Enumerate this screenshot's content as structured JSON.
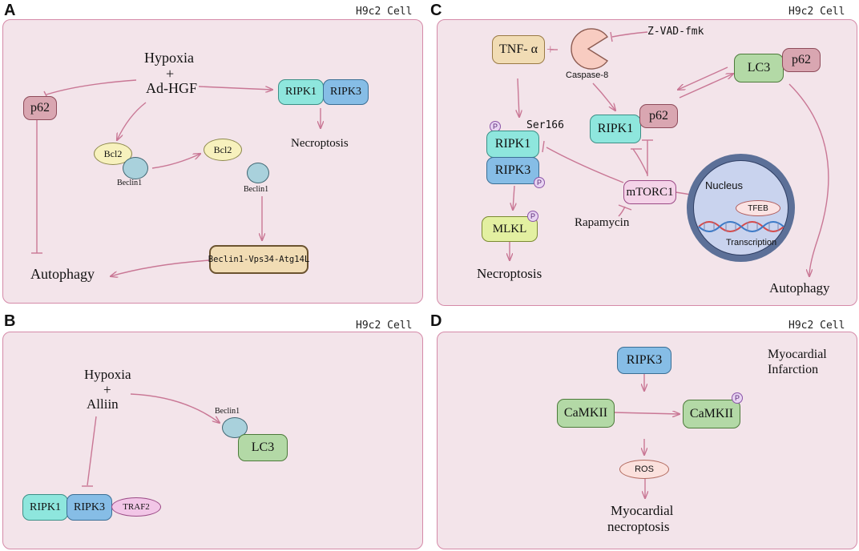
{
  "panels": {
    "A": {
      "letter": "A",
      "cell": "H9c2 Cell",
      "hypoxia": "Hypoxia",
      "plus": "+",
      "treatment": "Ad-HGF",
      "p62": "p62",
      "ripk1": "RIPK1",
      "ripk3": "RIPK3",
      "necroptosis": "Necroptosis",
      "bcl2_a": "Bcl2",
      "bcl2_b": "Bcl2",
      "beclin1_a": "Beclin1",
      "beclin1_b": "Beclin1",
      "complex": "Beclin1-Vps34-Atg14L",
      "autophagy": "Autophagy"
    },
    "B": {
      "letter": "B",
      "cell": "H9c2 Cell",
      "hypoxia": "Hypoxia",
      "plus": "+",
      "treatment": "Alliin",
      "beclin1": "Beclin1",
      "lc3": "LC3",
      "ripk1": "RIPK1",
      "ripk3": "RIPK3",
      "traf2": "TRAF2"
    },
    "C": {
      "letter": "C",
      "cell": "H9c2 Cell",
      "tnf": "TNF- α",
      "plus": "+",
      "caspase8": "Caspase-8",
      "zvad": "Z-VAD-fmk",
      "lc3": "LC3",
      "p62_top": "p62",
      "ripk1_mid": "RIPK1",
      "p62_mid": "p62",
      "phos": "P",
      "ser166": "Ser166",
      "ripk1": "RIPK1",
      "ripk3": "RIPK3",
      "mtorc1": "mTORC1",
      "rapamycin": "Rapamycin",
      "nucleus": "Nucleus",
      "tfeb": "TFEB",
      "transcription": "Transcription",
      "mlkl": "MLKL",
      "necroptosis": "Necroptosis",
      "autophagy": "Autophagy"
    },
    "D": {
      "letter": "D",
      "cell": "H9c2 Cell",
      "ripk3": "RIPK3",
      "mi_line1": "Myocardial",
      "mi_line2": "Infarction",
      "camk_a": "CaMKII",
      "camk_b": "CaMKII",
      "phos": "P",
      "ros": "ROS",
      "out_line1": "Myocardial",
      "out_line2": "necroptosis"
    }
  },
  "colors": {
    "panel_bg": "#f3e4ea",
    "panel_border": "#d58aa8",
    "arrow": "#c97795"
  }
}
